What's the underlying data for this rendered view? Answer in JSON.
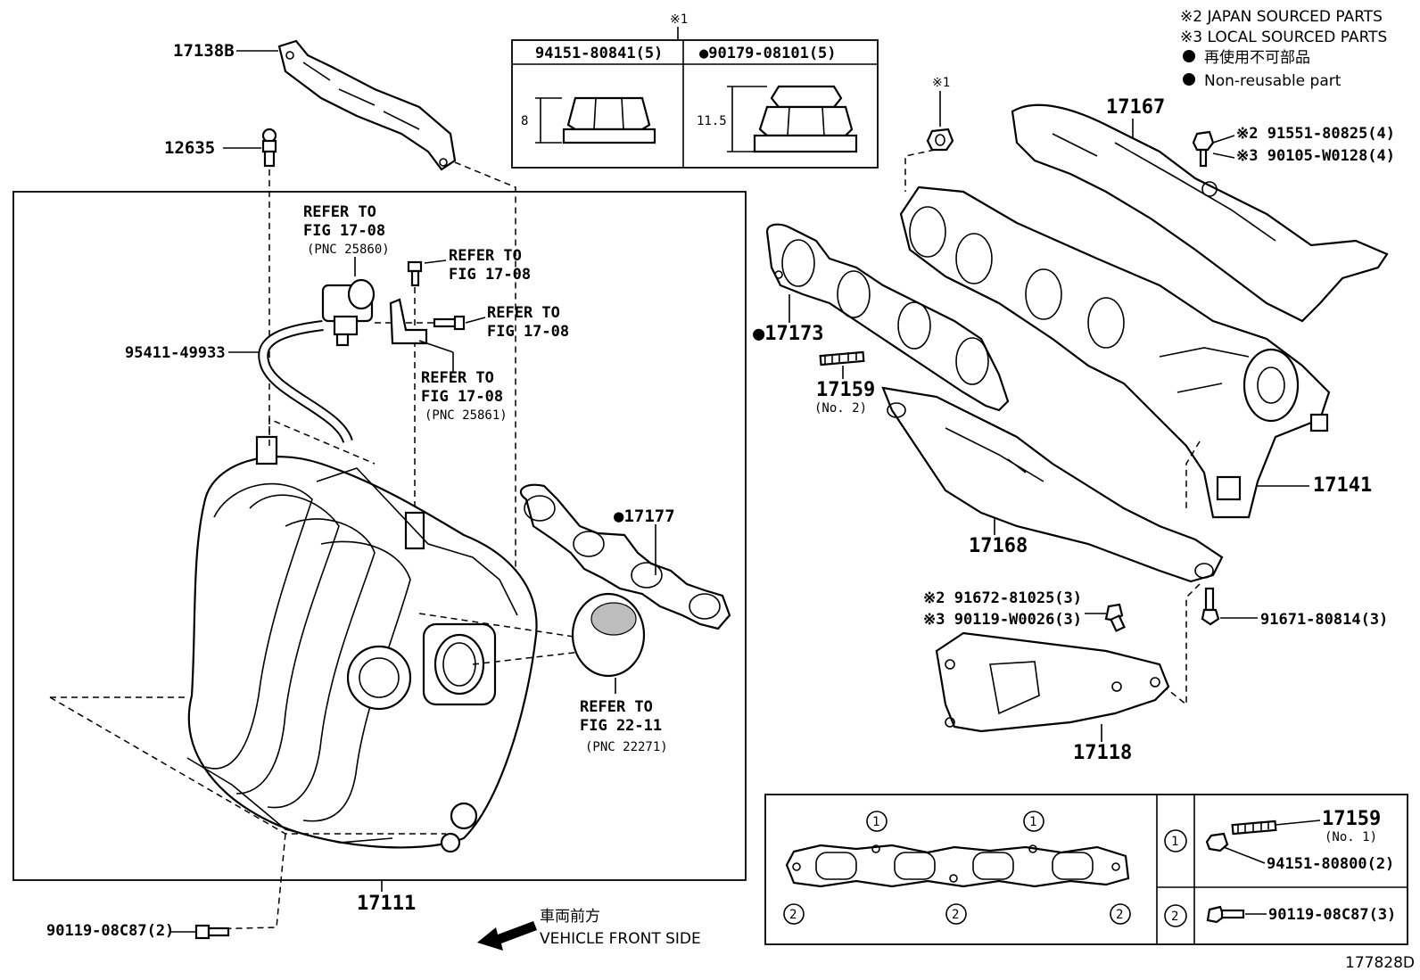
{
  "notes": {
    "line1": "※2 JAPAN SOURCED PARTS",
    "line2": "※3 LOCAL SOURCED PARTS",
    "line3": "再使用不可部品",
    "line4": "Non-reusable part"
  },
  "nut_table": {
    "mark": "※1",
    "col1_header": "94151-80841(5)",
    "col2_header": "●90179-08101(5)",
    "col1_dim": "8",
    "col2_dim": "11.5"
  },
  "labels": {
    "p17138B": "17138B",
    "p12635": "12635",
    "refer_fig_a1": "REFER TO",
    "refer_fig_a2": "FIG 17-08",
    "refer_fig_a3": "(PNC 25860)",
    "refer_fig_b1": "REFER TO",
    "refer_fig_b2": "FIG 17-08",
    "refer_fig_c1": "REFER TO",
    "refer_fig_c2": "FIG 17-08",
    "refer_fig_d1": "REFER TO",
    "refer_fig_d2": "FIG 17-08",
    "refer_fig_d3": "(PNC 25861)",
    "p95411": "95411-49933",
    "p17177": "●17177",
    "refer_fig_e1": "REFER TO",
    "refer_fig_e2": "FIG 22-11",
    "refer_fig_e3": "(PNC 22271)",
    "p17111": "17111",
    "p90119_08C87": "90119-08C87(2)",
    "vehicle_front_jp": "車両前方",
    "vehicle_front_en": "VEHICLE FRONT SIDE",
    "mark1_top": "※1",
    "p17167": "17167",
    "p91551": "※2 91551-80825(4)",
    "p90105": "※3 90105-W0128(4)",
    "p17173": "●17173",
    "p17159_no2": "17159",
    "p17159_no2_sub": "(No. 2)",
    "p17141": "17141",
    "p17168": "17168",
    "p91672": "※2 91672-81025(3)",
    "p90119_W0026": "※3 90119-W0026(3)",
    "p91671": "91671-80814(3)",
    "p17118": "17118",
    "circ1": "1",
    "circ2": "2",
    "p17159_no1": "17159",
    "p17159_no1_sub": "(No. 1)",
    "p94151": "94151-80800(2)",
    "p90119_08C87_3": "90119-08C87(3)",
    "diagram_id": "177828D"
  }
}
